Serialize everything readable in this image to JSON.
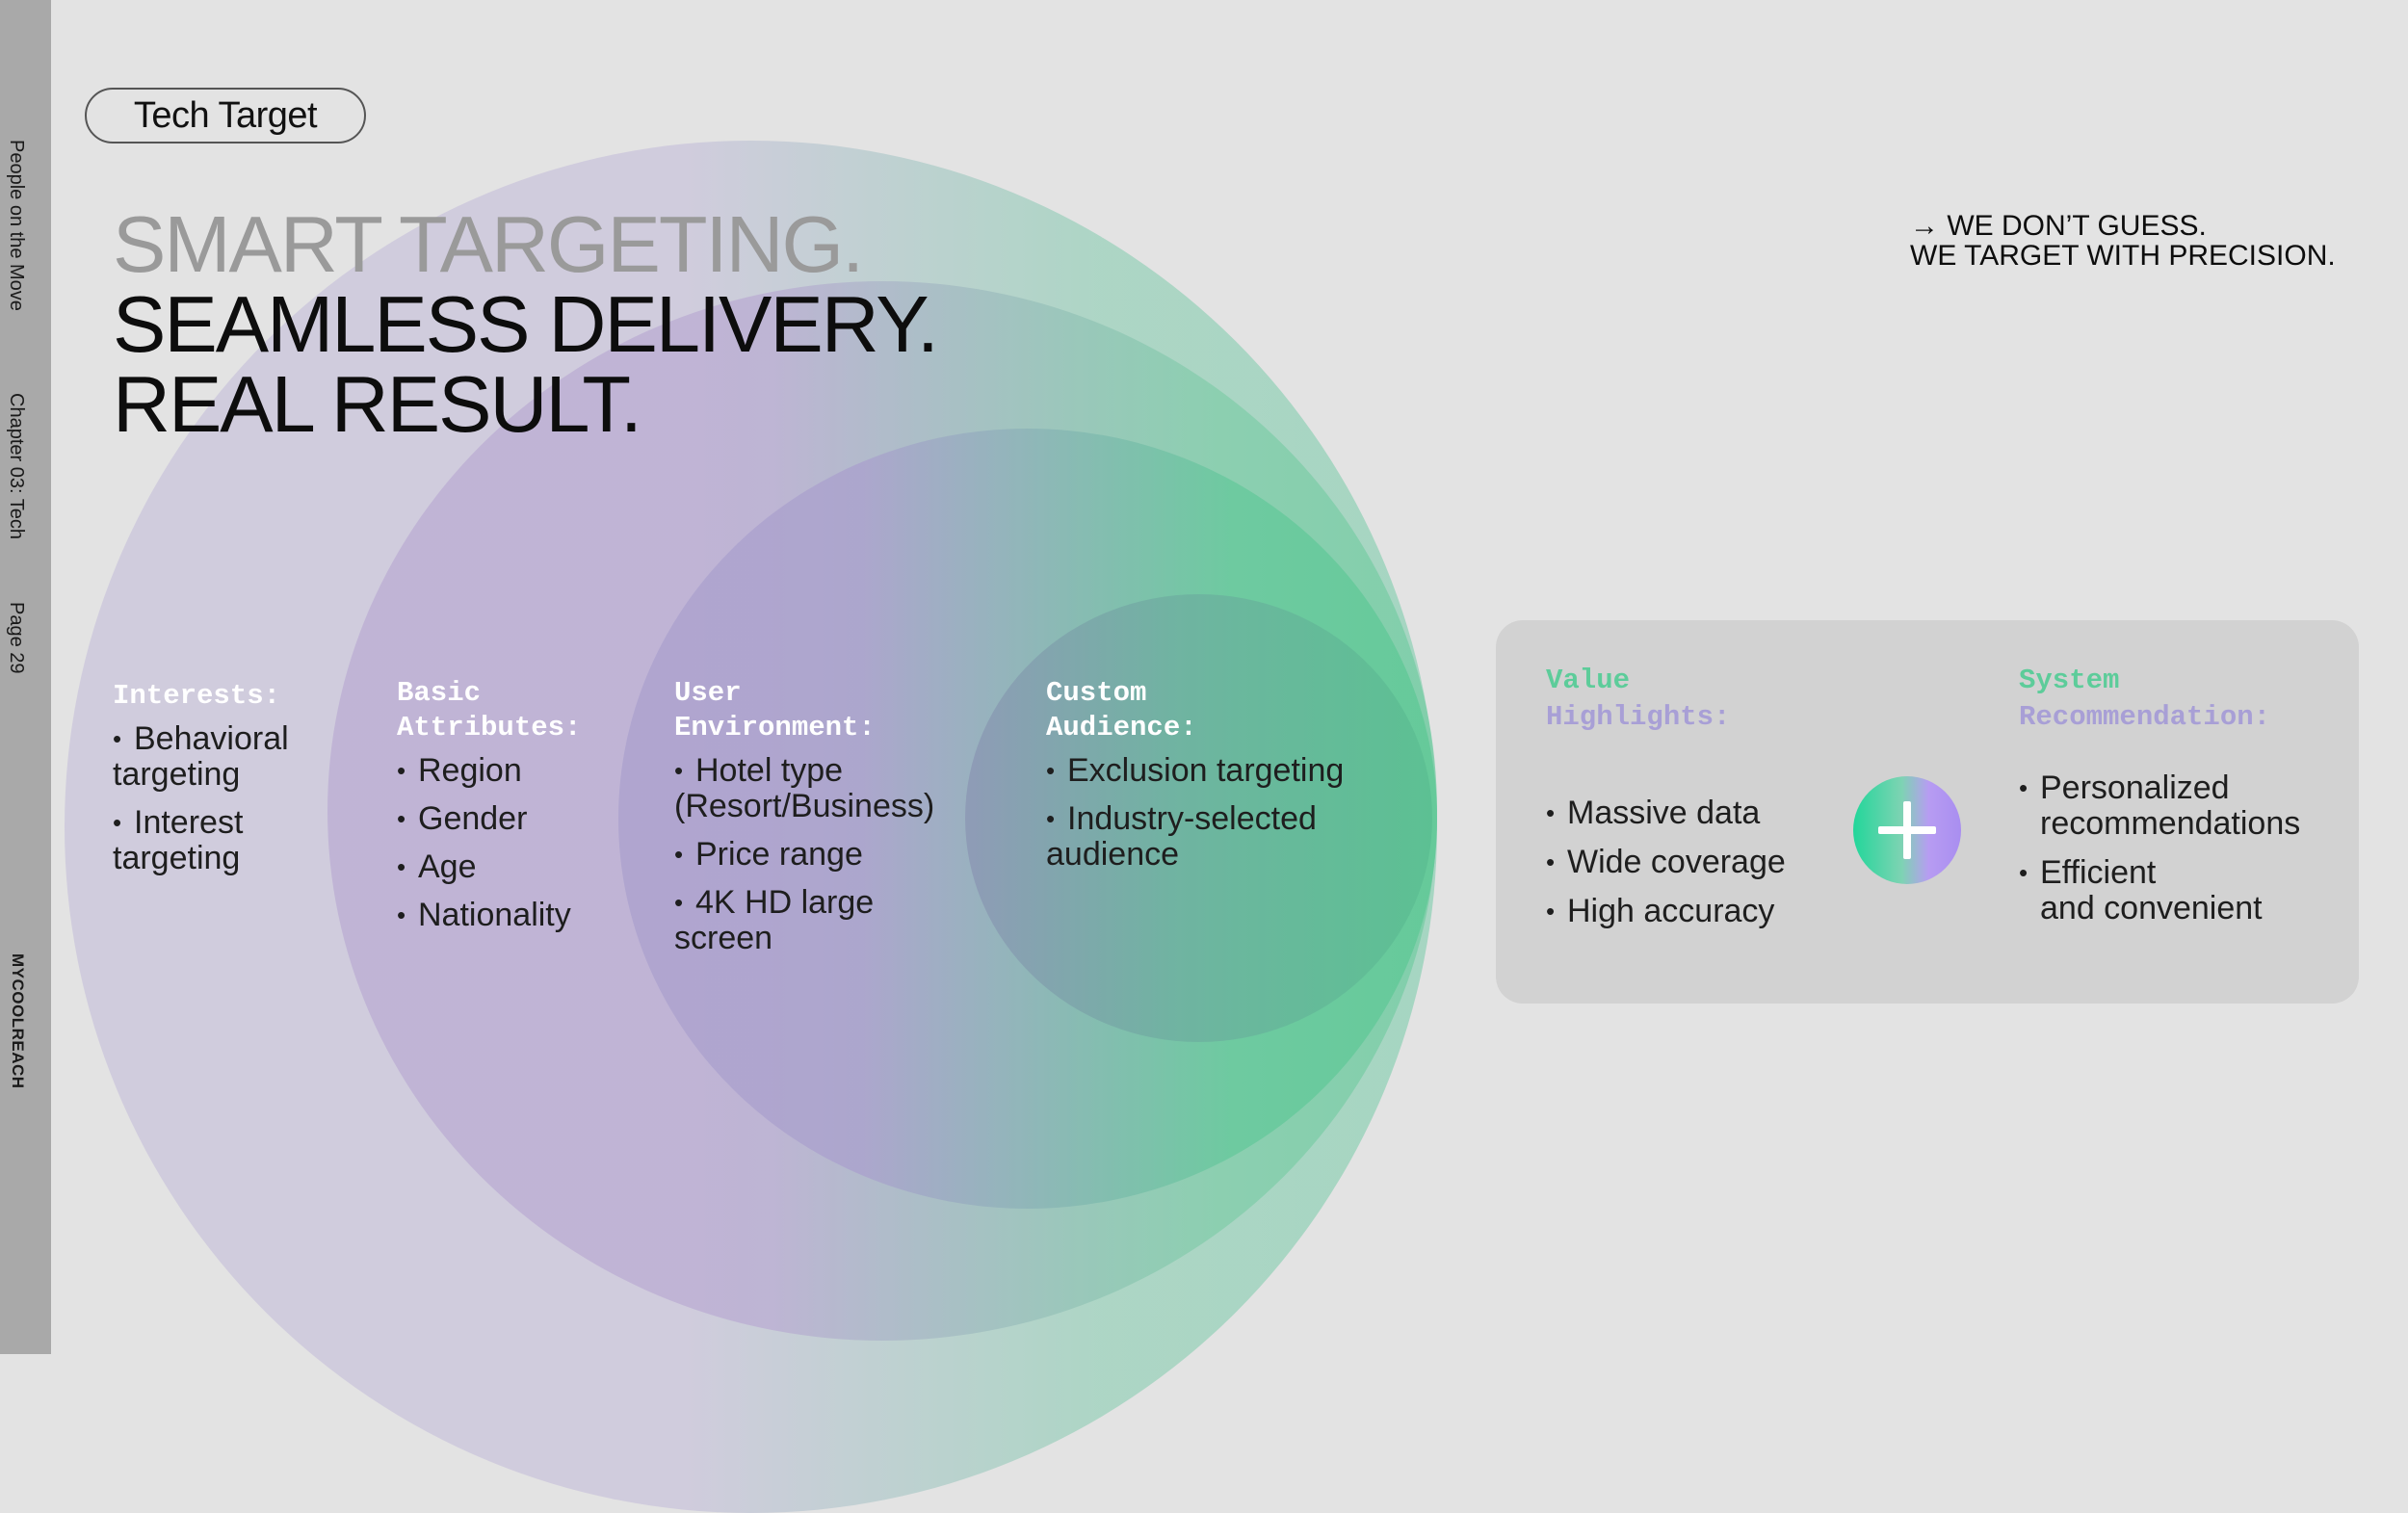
{
  "rail": {
    "chapter_series": "People on the Move",
    "chapter": "Chapter 03: Tech",
    "page": "Page 29",
    "brand": "MYCOOLREACH"
  },
  "tag": "Tech Target",
  "headline": {
    "line1": "SMART TARGETING.",
    "line2": "SEAMLESS DELIVERY.",
    "line3": "REAL RESULT."
  },
  "tagline": {
    "line1": "→ WE DON’T GUESS.",
    "line2": "WE TARGET WITH PRECISION."
  },
  "segments": {
    "interests": {
      "title": "Interests:",
      "items": [
        {
          "a": "Behavioral",
          "b": "targeting"
        },
        {
          "a": "Interest",
          "b": "targeting"
        }
      ]
    },
    "basic": {
      "title_l1": "Basic",
      "title_l2": "Attributes:",
      "items": [
        "Region",
        "Gender",
        "Age",
        "Nationality"
      ]
    },
    "user": {
      "title_l1": "User",
      "title_l2": "Environment:",
      "items": [
        {
          "a": "Hotel type",
          "b": "(Resort/Business)"
        },
        {
          "a": "Price range",
          "b": ""
        },
        {
          "a": "4K HD large",
          "b": "screen"
        }
      ]
    },
    "custom": {
      "title_l1": "Custom",
      "title_l2": "Audience:",
      "items": [
        {
          "a": "Exclusion targeting",
          "b": ""
        },
        {
          "a": "Industry-selected",
          "b": "audience"
        }
      ]
    }
  },
  "panel": {
    "value": {
      "title_l1": "Value",
      "title_l2": "Highlights:",
      "items": [
        "Massive data",
        "Wide coverage",
        "High accuracy"
      ]
    },
    "system": {
      "title_l1": "System",
      "title_l2": "Recommendation:",
      "items": [
        {
          "a": "Personalized",
          "b": "recommendations"
        },
        {
          "a": "Efficient",
          "b": "and convenient"
        }
      ]
    },
    "plus_icon": "plus-icon",
    "colors": {
      "green": "#5dcc9a",
      "purple": "#a89fd6"
    }
  }
}
